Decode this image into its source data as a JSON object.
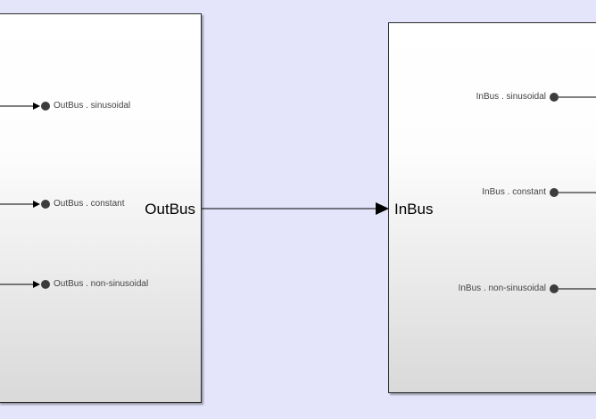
{
  "background_color": "#e4e5fb",
  "out_block": {
    "port_label": "OutBus",
    "signals": [
      {
        "label": "OutBus . sinusoidal"
      },
      {
        "label": "OutBus . constant"
      },
      {
        "label": "OutBus . non-sinusoidal"
      }
    ]
  },
  "in_block": {
    "port_label": "InBus",
    "signals": [
      {
        "label": "InBus . sinusoidal"
      },
      {
        "label": "InBus . constant"
      },
      {
        "label": "InBus . non-sinusoidal"
      }
    ]
  }
}
